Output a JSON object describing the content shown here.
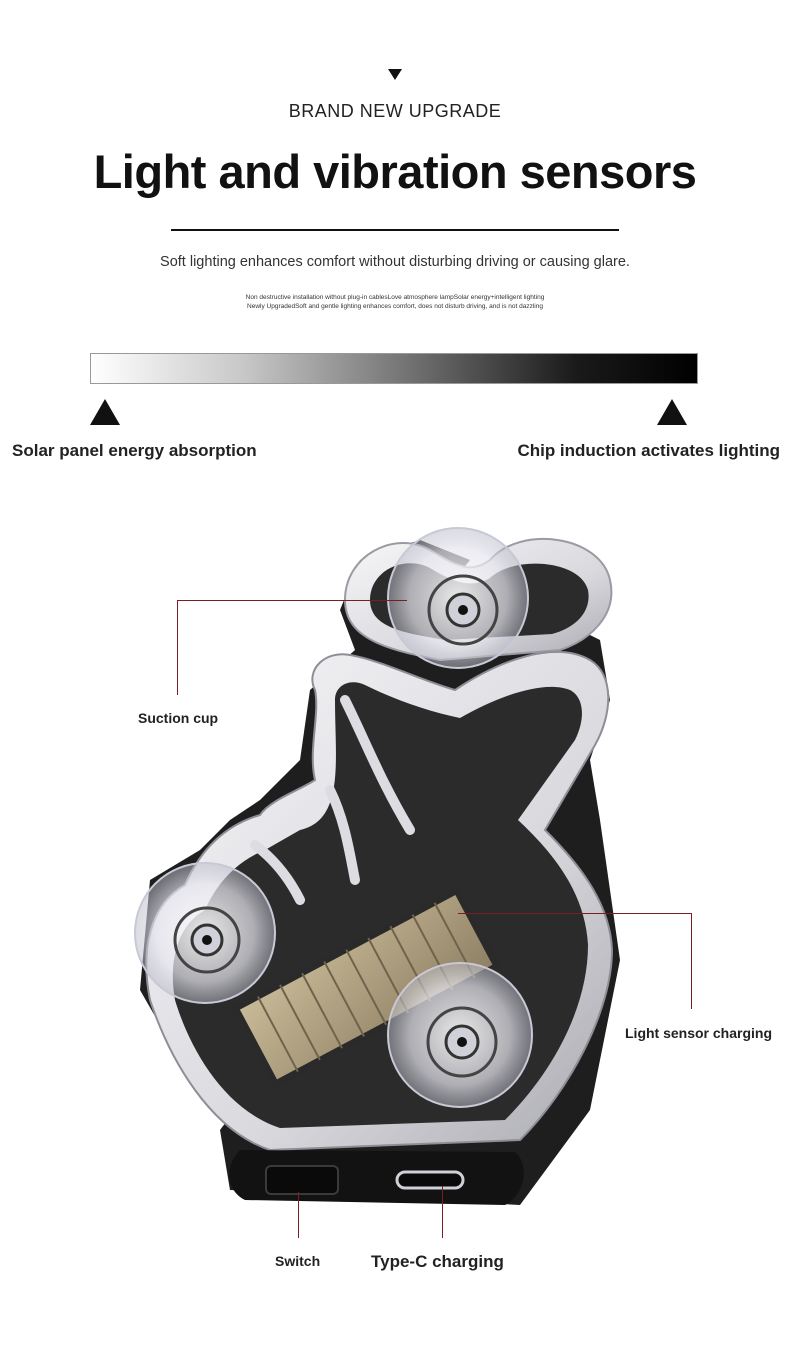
{
  "header": {
    "eyebrow": "BRAND NEW UPGRADE",
    "title": "Light and vibration sensors",
    "subtitle": "Soft lighting enhances comfort without disturbing driving or causing glare.",
    "fine_line_1": "Non destructive installation without plug-in cablesLove atmosphere lampSolar energy+intelligent lighting",
    "fine_line_2": "Newly UpgradedSoft and gentle lighting enhances comfort, does not disturb driving, and is not dazzling"
  },
  "gradient_scale": {
    "left_caption": "Solar panel energy absorption",
    "right_caption": "Chip induction activates lighting"
  },
  "product": {
    "callouts": {
      "suction_cup": "Suction cup",
      "light_sensor": "Light sensor charging",
      "switch": "Switch",
      "type_c": "Type-C charging"
    }
  },
  "colors": {
    "leader_line": "#7a1e22",
    "body_dark": "#2b2b2b",
    "rim_light": "#e6e6e8",
    "solar_panel": "#b5a88a"
  }
}
